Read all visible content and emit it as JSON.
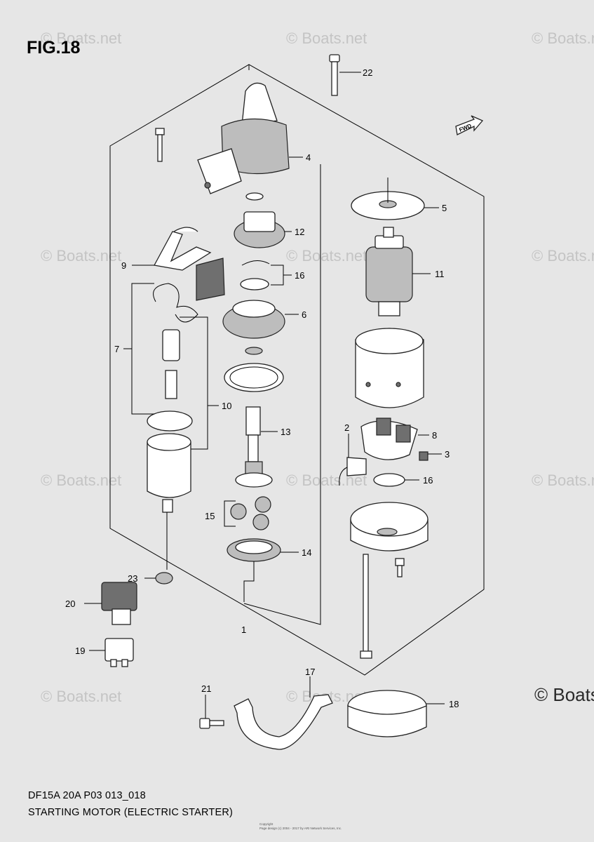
{
  "figure": {
    "title": "FIG.18",
    "model_code": "DF15A 20A P03 013_018",
    "caption": "STARTING MOTOR (ELECTRIC STARTER)"
  },
  "watermarks": {
    "small": "© Boats.net",
    "large": "© Boats"
  },
  "fwd_marker": "FWD",
  "copyright": {
    "line1": "Copyright",
    "line2": "Page design (c) 2004 - 2017 by ARI Network Services, Inc."
  },
  "callouts": {
    "c1": "1",
    "c2": "2",
    "c3": "3",
    "c4": "4",
    "c5": "5",
    "c6": "6",
    "c7": "7",
    "c8": "8",
    "c9": "9",
    "c10": "10",
    "c11": "11",
    "c12": "12",
    "c13": "13",
    "c14": "14",
    "c15": "15",
    "c16a": "16",
    "c16b": "16",
    "c17": "17",
    "c18": "18",
    "c19": "19",
    "c20": "20",
    "c21": "21",
    "c22": "22",
    "c23": "23"
  },
  "colors": {
    "background": "#e6e6e6",
    "line": "#000000",
    "watermark": "#c4c4c4"
  }
}
